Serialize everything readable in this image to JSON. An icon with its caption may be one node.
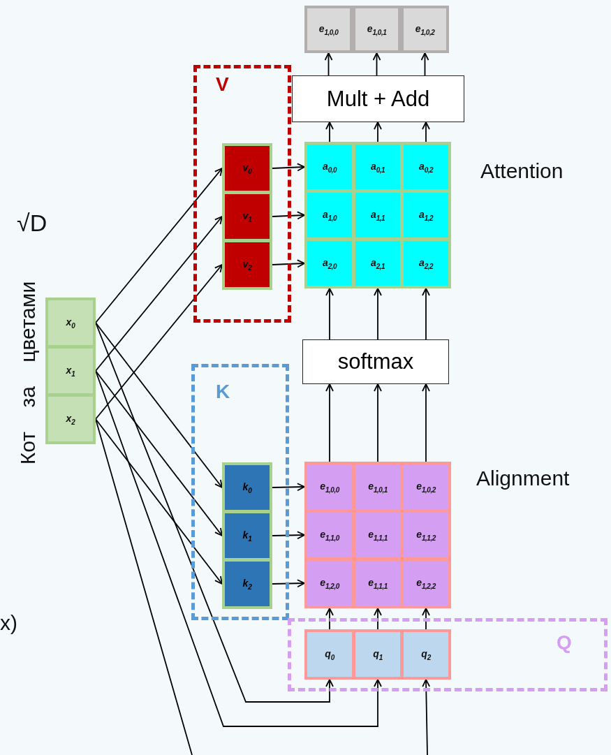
{
  "diagram": {
    "nodes": [
      {
        "text": [
          "e$_{1,0,0}$"
        ]
      },
      {
        "text": [
          "e$_{1,0,1}$"
        ]
      },
      {
        "text": [
          "e$_{1,0,2}$"
        ]
      },
      {
        "text": [
          "Mult + Add"
        ]
      },
      {
        "text": [
          "V"
        ]
      },
      {
        "text": [
          "v$_{0}$"
        ],
        "in": 4
      },
      {
        "text": [
          "v$_{1}$"
        ],
        "in": 4
      },
      {
        "text": [
          "v$_{2}$"
        ],
        "in": 4
      },
      {
        "text": [
          "a$_{0,0}$"
        ]
      },
      {
        "text": [
          "a$_{0,1}$"
        ]
      },
      {
        "text": [
          "a$_{0,2}$"
        ]
      },
      {
        "text": [
          "a$_{1,0}$"
        ]
      },
      {
        "text": [
          "a$_{1,1}$"
        ]
      },
      {
        "text": [
          "a$_{1,2}$"
        ]
      },
      {
        "text": [
          "a$_{2,0}$"
        ]
      },
      {
        "text": [
          "a$_{2,1}$"
        ]
      },
      {
        "text": [
          "a$_{2,2}$"
        ]
      },
      {
        "text": [
          "x$_{0}$"
        ]
      },
      {
        "text": [
          "x$_{1}$"
        ]
      },
      {
        "text": [
          "x$_{2}$"
        ]
      },
      {
        "text": [
          "softmax"
        ]
      },
      {
        "text": [
          "K"
        ]
      },
      {
        "text": [
          "k$_{0}$"
        ],
        "in": 21
      },
      {
        "text": [
          "k$_{1}$"
        ],
        "in": 21
      },
      {
        "text": [
          "k$_{2}$"
        ],
        "in": 21
      },
      {
        "text": [
          "e$_{1,0,0}$"
        ]
      },
      {
        "text": [
          "e$_{1,0,1}$"
        ]
      },
      {
        "text": [
          "e$_{1,0,2}$"
        ]
      },
      {
        "text": [
          "e$_{1,1,0}$"
        ]
      },
      {
        "text": [
          "e$_{1,1,1}$"
        ]
      },
      {
        "text": [
          "e$_{1,1,2}$"
        ]
      },
      {
        "text": [
          "e$_{1,2,0}$"
        ]
      },
      {
        "text": [
          "e$_{1,1,1}$"
        ]
      },
      {
        "text": [
          "e$_{1,2,2}$"
        ]
      },
      {
        "text": [
          "Q"
        ]
      },
      {
        "text": [
          "q$_{0}$"
        ],
        "in": 34
      },
      {
        "text": [
          "q$_{1}$"
        ],
        "in": 34
      },
      {
        "text": [
          "q$_{2}$"
        ],
        "in": 34
      }
    ],
    "edges": [
      {
        "from": 17,
        "to": 5,
        "arrow": "to"
      },
      {
        "from": 18,
        "to": 6,
        "arrow": "to"
      },
      {
        "from": 19,
        "to": 7,
        "arrow": "to"
      },
      {
        "from": 17,
        "to": 22,
        "arrow": "to"
      },
      {
        "from": 18,
        "to": 23,
        "arrow": "to"
      },
      {
        "from": 19,
        "to": 24,
        "arrow": "to"
      },
      {
        "from": 17,
        "to": 35,
        "arrow": "to"
      },
      {
        "from": 18,
        "to": 36,
        "arrow": "to"
      },
      {
        "from": 19,
        "to": null,
        "arrow": "none"
      },
      {
        "from": null,
        "to": 37,
        "arrow": "to"
      },
      {
        "from": 5,
        "to": 8,
        "arrow": "to"
      },
      {
        "from": 6,
        "to": 11,
        "arrow": "to"
      },
      {
        "from": 7,
        "to": 14,
        "arrow": "to"
      },
      {
        "from": 22,
        "to": 25,
        "arrow": "to"
      },
      {
        "from": 23,
        "to": 28,
        "arrow": "to"
      },
      {
        "from": 24,
        "to": 31,
        "arrow": "to"
      },
      {
        "from": 35,
        "to": 31,
        "arrow": "to"
      },
      {
        "from": 36,
        "to": 32,
        "arrow": "to"
      },
      {
        "from": 37,
        "to": 33,
        "arrow": "to"
      },
      {
        "from": 25,
        "to": 20,
        "arrow": "to"
      },
      {
        "from": 26,
        "to": 20,
        "arrow": "to"
      },
      {
        "from": 27,
        "to": 20,
        "arrow": "to"
      },
      {
        "from": 20,
        "to": 14,
        "arrow": "to"
      },
      {
        "from": 20,
        "to": 15,
        "arrow": "to"
      },
      {
        "from": 20,
        "to": 16,
        "arrow": "to"
      },
      {
        "from": 8,
        "to": 3,
        "arrow": "to"
      },
      {
        "from": 9,
        "to": 3,
        "arrow": "to"
      },
      {
        "from": 10,
        "to": 3,
        "arrow": "to"
      },
      {
        "from": 3,
        "to": 0,
        "arrow": "to"
      },
      {
        "from": 3,
        "to": 1,
        "arrow": "to"
      },
      {
        "from": 3,
        "to": 2,
        "arrow": "to"
      }
    ],
    "labels": [
      "Attention",
      "√D",
      "Кот за цветами",
      "Alignment",
      "x)"
    ]
  }
}
